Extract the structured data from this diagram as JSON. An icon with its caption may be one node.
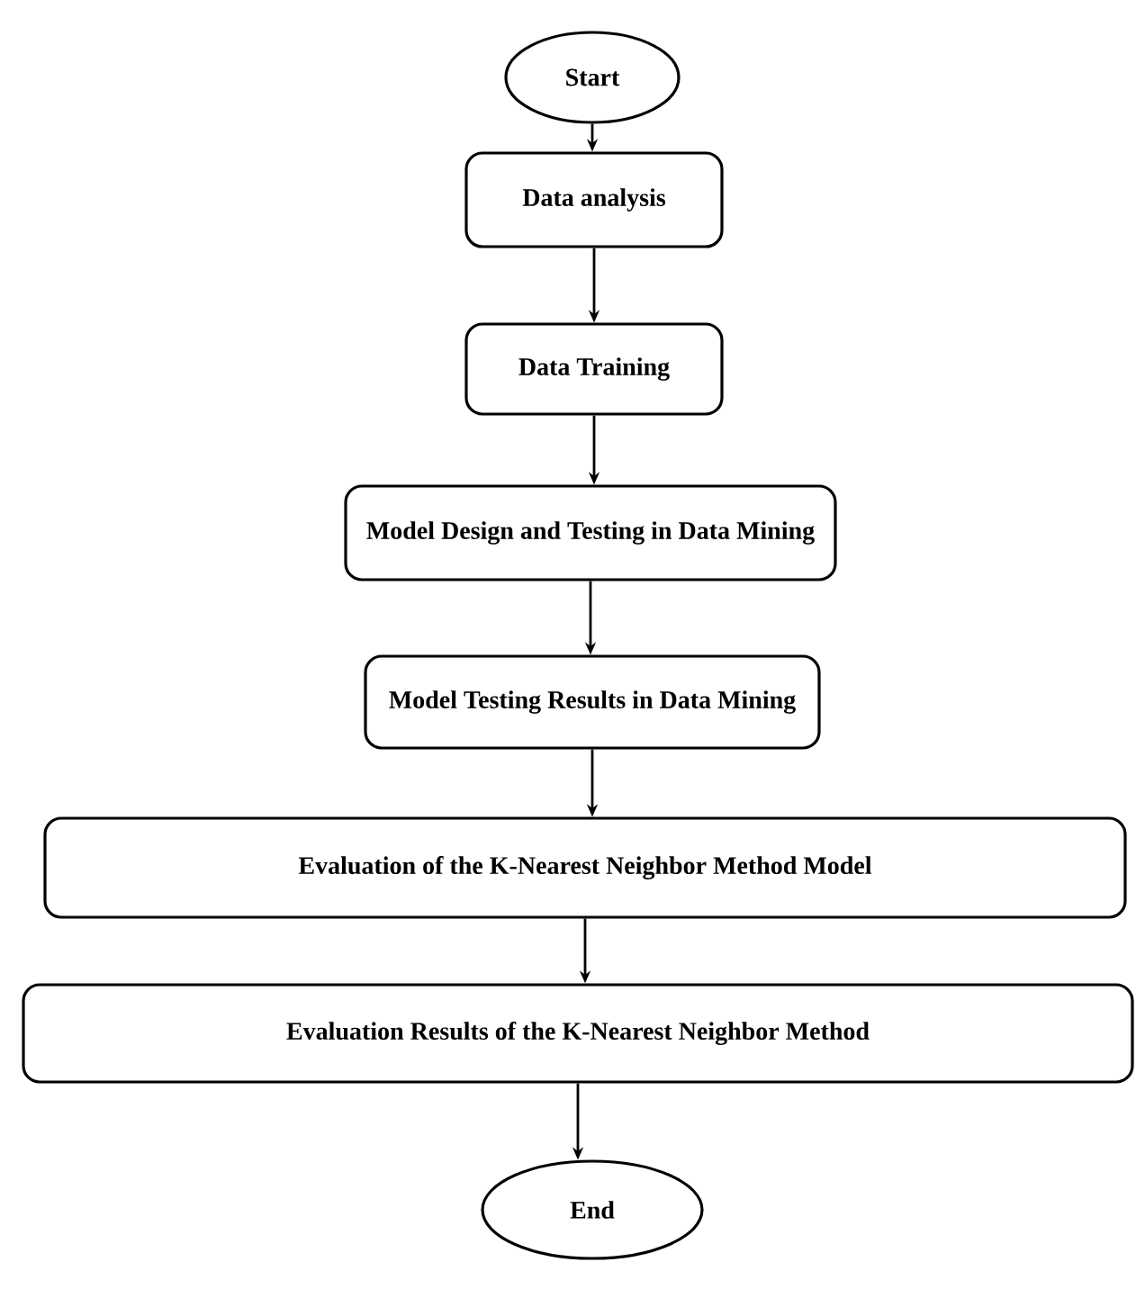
{
  "diagram": {
    "nodes": [
      {
        "text": [
          "Start"
        ]
      },
      {
        "text": [
          "Data analysis"
        ]
      },
      {
        "text": [
          "Data Training"
        ]
      },
      {
        "text": [
          "Model Design and Testing in Data Mining"
        ]
      },
      {
        "text": [
          "Model Testing Results in Data Mining"
        ]
      },
      {
        "text": [
          "Evaluation of the K-Nearest Neighbor Method Model"
        ]
      },
      {
        "text": [
          "Evaluation Results of the K-Nearest Neighbor Method"
        ]
      },
      {
        "text": [
          "End"
        ]
      }
    ],
    "edges": [
      {
        "from": 0,
        "to": 1,
        "arrow": "to"
      },
      {
        "from": 1,
        "to": 2,
        "arrow": "to"
      },
      {
        "from": 2,
        "to": 3,
        "arrow": "to"
      },
      {
        "from": 3,
        "to": 4,
        "arrow": "to"
      },
      {
        "from": 4,
        "to": 5,
        "arrow": "to"
      },
      {
        "from": 5,
        "to": 6,
        "arrow": "to"
      },
      {
        "from": 6,
        "to": 7,
        "arrow": "to"
      }
    ]
  }
}
